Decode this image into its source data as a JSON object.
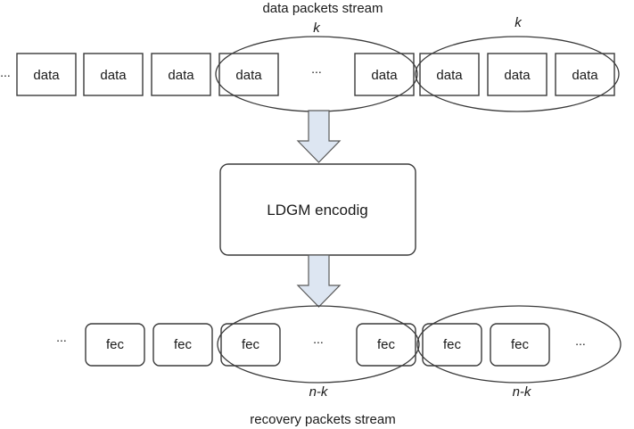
{
  "diagram": {
    "top_title": "data packets stream",
    "bottom_title": "recovery packets stream",
    "k_label_1": "k",
    "k_label_2": "k",
    "nk_label_1": "n-k",
    "nk_label_2": "n-k",
    "encoder_label": "LDGM encodig",
    "ellipsis": "...",
    "data_packets": [
      "data",
      "data",
      "data",
      "data",
      "data",
      "data",
      "data",
      "data"
    ],
    "fec_packets": [
      "fec",
      "fec",
      "fec",
      "fec",
      "fec",
      "fec"
    ],
    "colors": {
      "arrow_fill": "#dde6f2",
      "stroke": "#3a3a3a"
    }
  }
}
